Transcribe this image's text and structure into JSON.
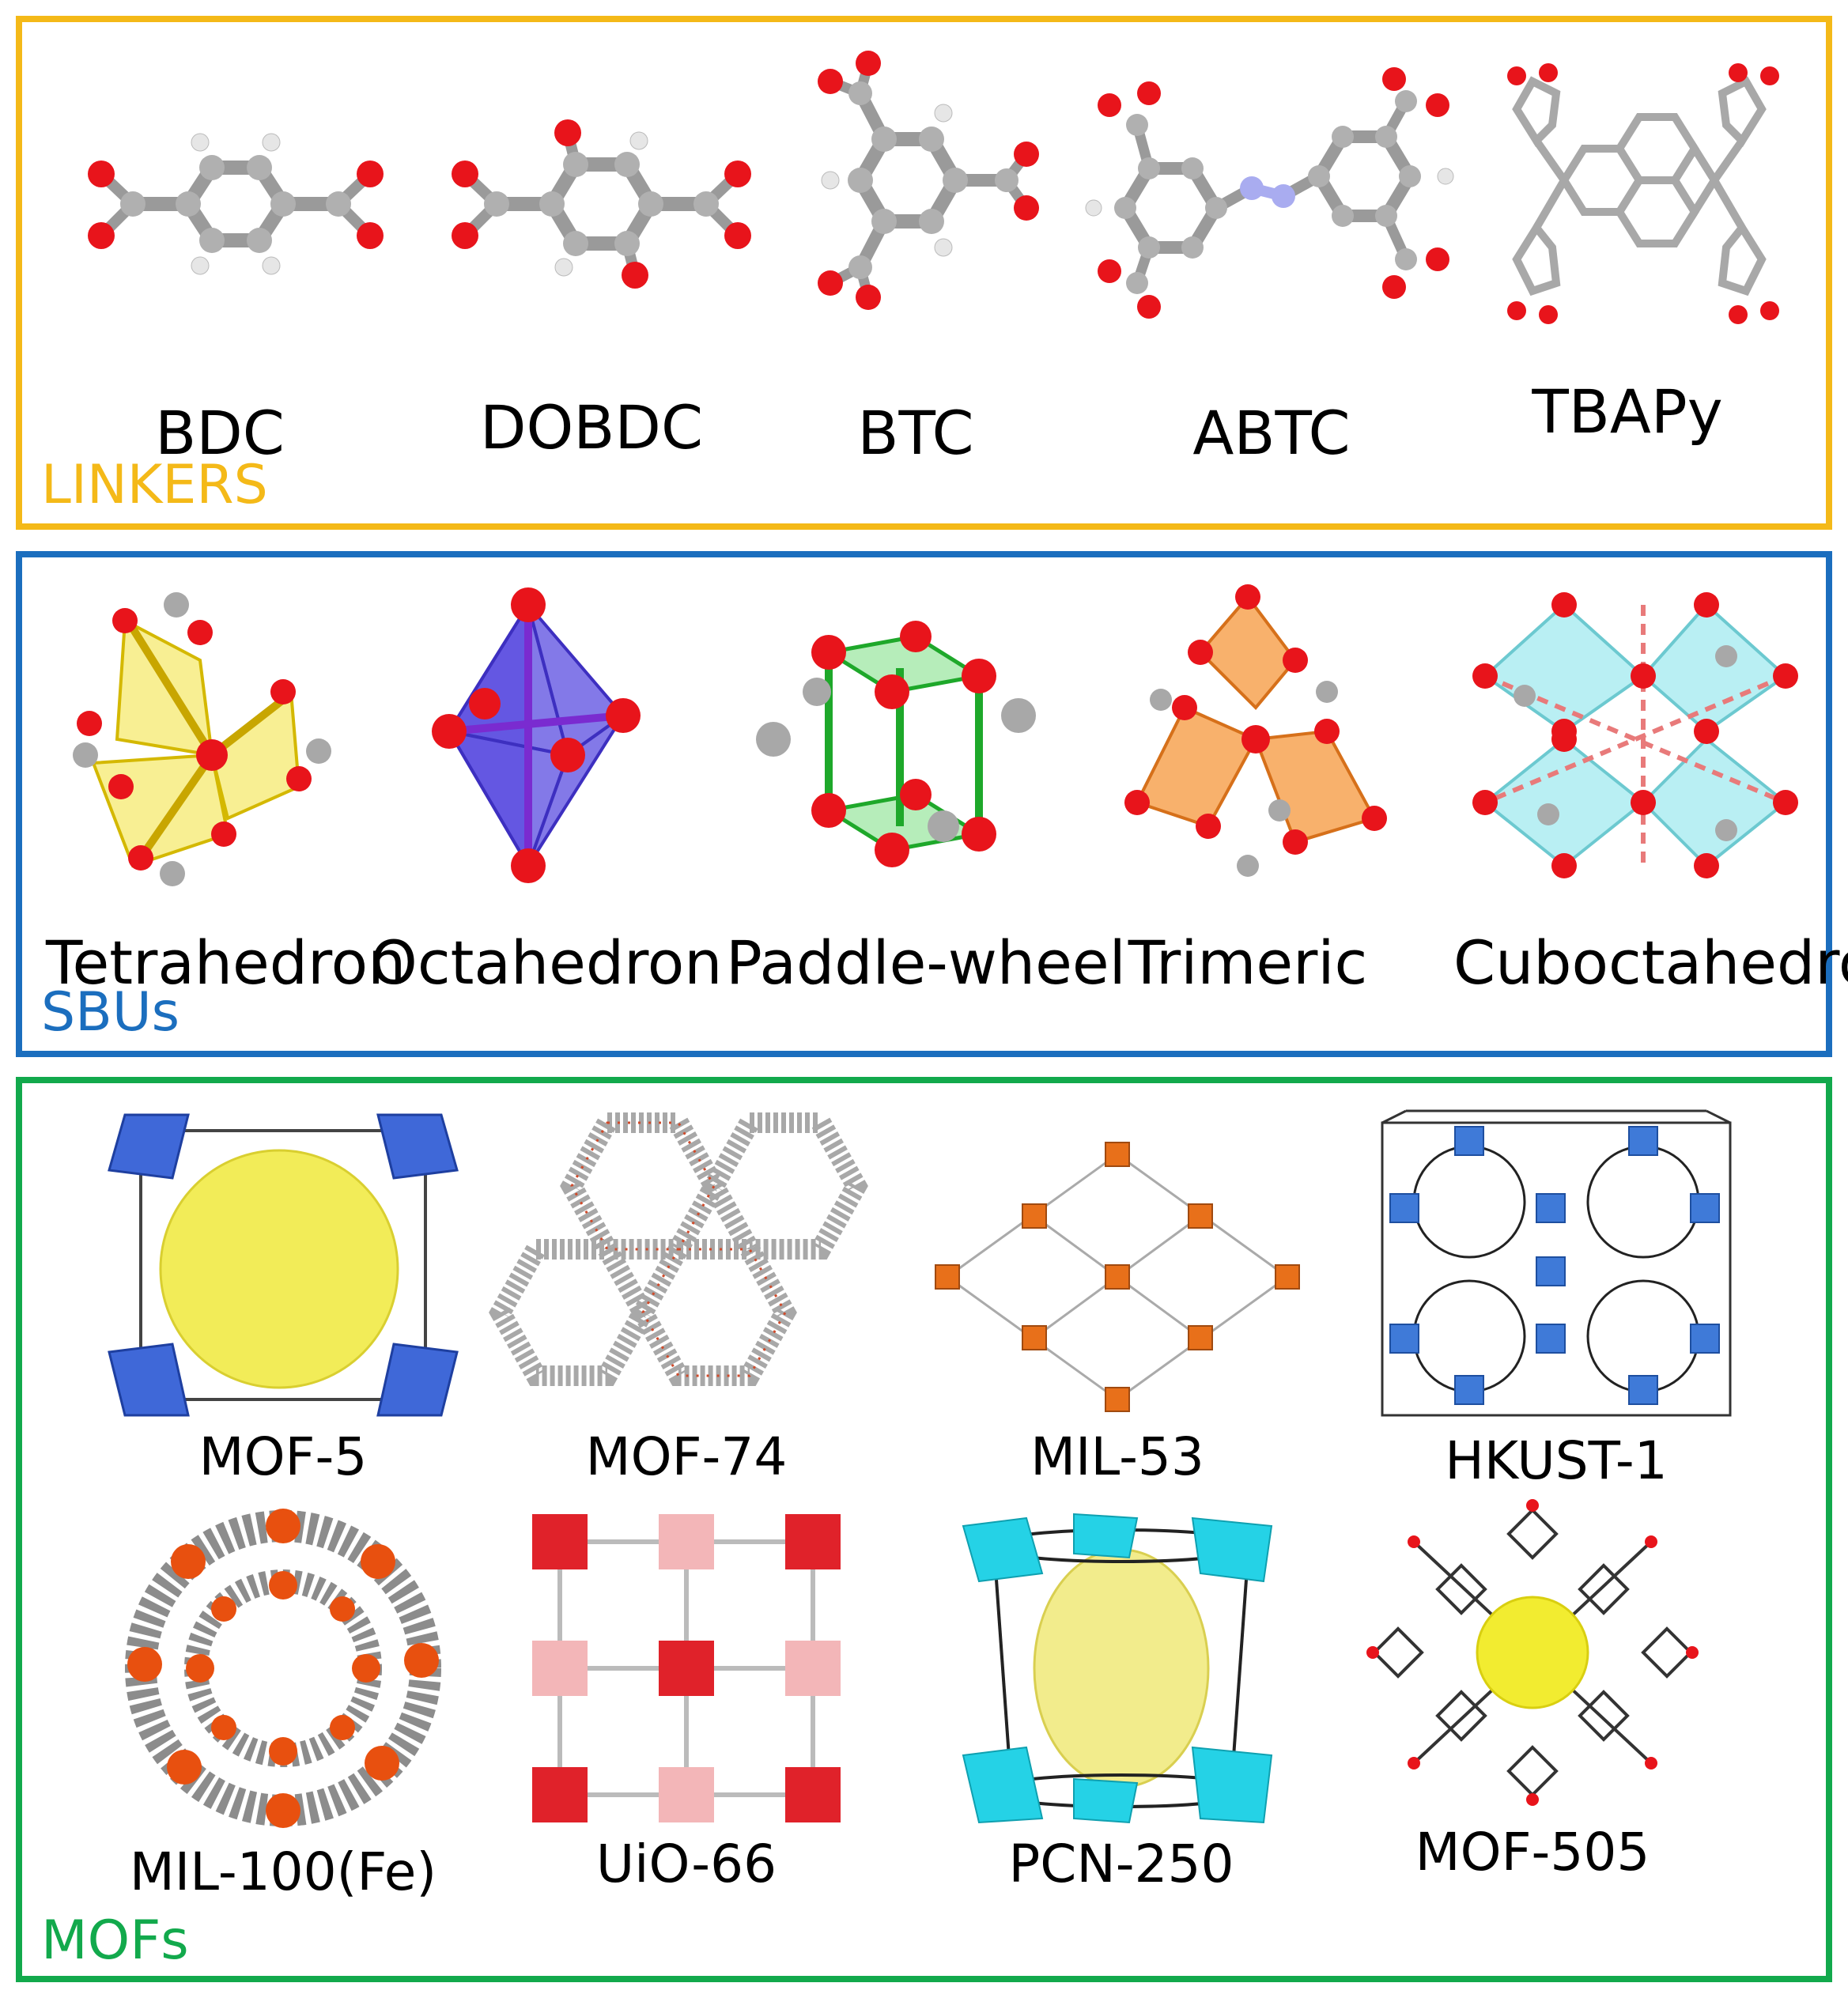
{
  "linkers": {
    "title": "LINKERS",
    "items": [
      {
        "label": "BDC"
      },
      {
        "label": "DOBDC"
      },
      {
        "label": "BTC"
      },
      {
        "label": "ABTC"
      },
      {
        "label": "TBAPy"
      }
    ]
  },
  "sbus": {
    "title": "SBUs",
    "items": [
      {
        "label": "Tetrahedron"
      },
      {
        "label": "Octahedron"
      },
      {
        "label": "Paddle-wheel"
      },
      {
        "label": "Trimeric"
      },
      {
        "label": "Cuboctahedron"
      }
    ]
  },
  "mofs": {
    "title": "MOFs",
    "items": [
      {
        "label": "MOF-5"
      },
      {
        "label": "MOF-74"
      },
      {
        "label": "MIL-53"
      },
      {
        "label": "HKUST-1"
      },
      {
        "label": "MIL-100(Fe)"
      },
      {
        "label": "UiO-66"
      },
      {
        "label": "PCN-250"
      },
      {
        "label": "MOF-505"
      }
    ]
  },
  "colors": {
    "linkers": "#F4B918",
    "sbus": "#1B6EBE",
    "mofs": "#12A94C",
    "oxygen": "#E8141B",
    "carbon": "#9A9A9A",
    "hydrogen": "#E6E6E6",
    "nitrogen": "#A9ACF0",
    "tetra": "#F2E23A",
    "octa": "#5A4CE0",
    "paddle": "#2ECC38",
    "trimer": "#F5902E",
    "cubo": "#9BE8EE",
    "pore": "#F2EC58",
    "cluster_blue": "#3F68D8",
    "cluster_orange": "#E8701A",
    "cluster_cyan": "#25D2E6",
    "cluster_red": "#E0222A"
  }
}
